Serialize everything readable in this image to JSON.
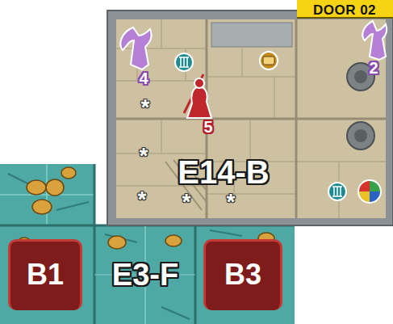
{
  "diagram": {
    "nodes": [
      {
        "text": [
          "DOOR 02"
        ]
      },
      {
        "text": [
          "E14-B"
        ]
      },
      {
        "text": [
          "E3-F"
        ]
      },
      {
        "text": [
          "B1"
        ],
        "in": 2
      },
      {
        "text": [
          "B3"
        ],
        "in": 2
      }
    ],
    "labels": [
      "4",
      "2",
      "5",
      "*",
      "*",
      "*",
      "*",
      "*"
    ]
  }
}
